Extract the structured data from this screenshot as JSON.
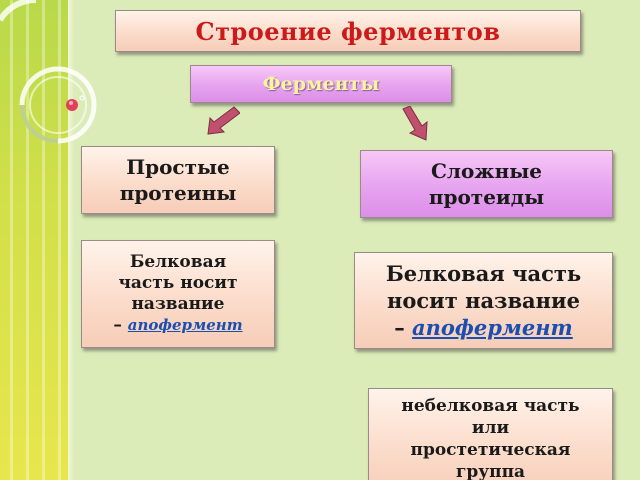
{
  "title": "Строение ферментов",
  "enzymes": "Ферменты",
  "simple": {
    "line1": "Простые",
    "line2": "протеины"
  },
  "complex": {
    "line1": "Сложные",
    "line2": "протеиды"
  },
  "simple_part": {
    "line1": "Белковая",
    "line2": "часть носит",
    "line3": "название",
    "dash": "– ",
    "term": "апофермент"
  },
  "complex_part": {
    "line1": "Белковая часть",
    "line2": "носит название",
    "dash": "– ",
    "term": "апофермент"
  },
  "nonprotein": {
    "line1": "небелковая часть",
    "line2": "или",
    "line3": "простетическая",
    "line4": "группа"
  },
  "colors": {
    "title_text": "#cc1a1a",
    "enzymes_text": "#f8f4a0",
    "term_text": "#1a4fb0",
    "arrow": "#c0506e",
    "peach_box": "#fbdccb",
    "lilac_box": "#e6a3ef",
    "background": "#dcecb8"
  }
}
